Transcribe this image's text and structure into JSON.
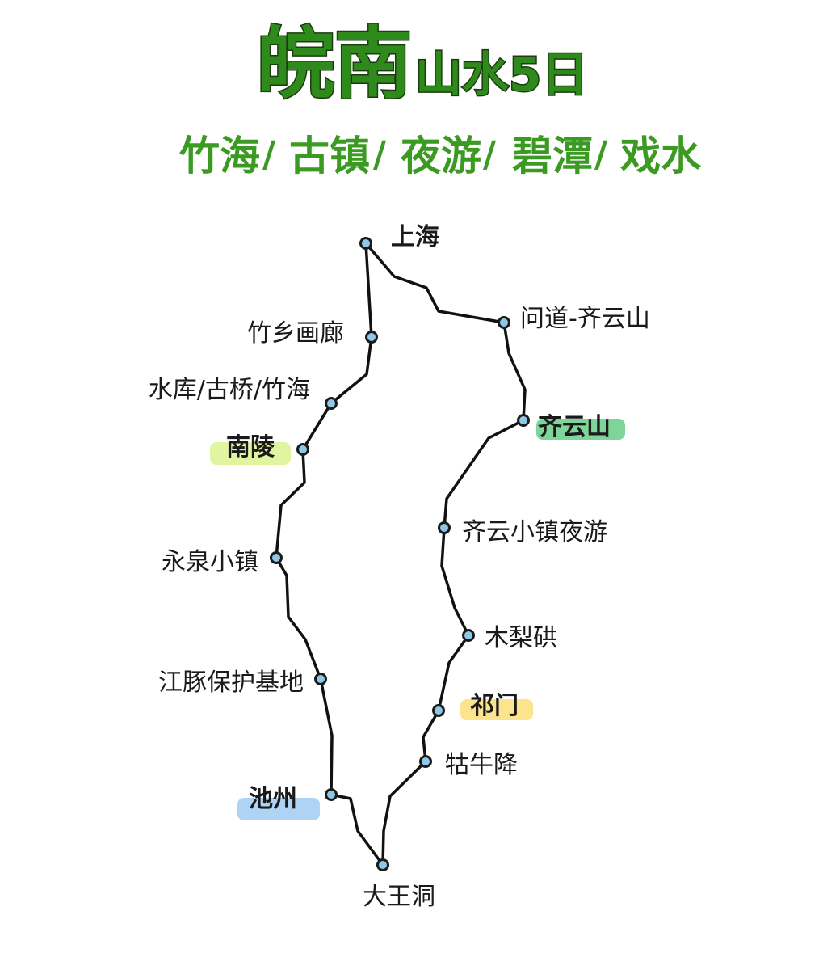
{
  "title": {
    "main": "皖南",
    "suffix": "山水5日",
    "subtitle_items": [
      "竹海",
      "古镇",
      "夜游",
      "碧潭",
      "戏水"
    ],
    "separator": "/",
    "color": "#2f8a1c",
    "outline_color": "#1d3b10"
  },
  "route": {
    "line_color": "#111111",
    "dot_color": "#8ec8e6",
    "stops": [
      {
        "id": "shanghai",
        "name": "上海",
        "major": true,
        "highlight": null
      },
      {
        "id": "wendao-qiyunshan",
        "name": "问道-齐云山",
        "major": false,
        "highlight": null
      },
      {
        "id": "qiyunshan",
        "name": "齐云山",
        "major": true,
        "highlight": "#7fd49a"
      },
      {
        "id": "qiyun-town-night",
        "name": "齐云小镇夜游",
        "major": false,
        "highlight": null
      },
      {
        "id": "mulihong",
        "name": "木梨硔",
        "major": false,
        "highlight": null
      },
      {
        "id": "qimen",
        "name": "祁门",
        "major": true,
        "highlight": "#fbe48d"
      },
      {
        "id": "guniujiang",
        "name": "牯牛降",
        "major": false,
        "highlight": null
      },
      {
        "id": "dawangdong",
        "name": "大王洞",
        "major": false,
        "highlight": null
      },
      {
        "id": "chizhou",
        "name": "池州",
        "major": true,
        "highlight": "#aed3f4"
      },
      {
        "id": "jiangtun-reserve",
        "name": "江豚保护基地",
        "major": false,
        "highlight": null
      },
      {
        "id": "yongquan-town",
        "name": "永泉小镇",
        "major": false,
        "highlight": null
      },
      {
        "id": "nanling",
        "name": "南陵",
        "major": true,
        "highlight": "#e1f5a0"
      },
      {
        "id": "reservoir-bridge-bamboo",
        "name": "水库/古桥/竹海",
        "major": false,
        "highlight": null
      },
      {
        "id": "bamboo-gallery",
        "name": "竹乡画廊",
        "major": false,
        "highlight": null
      }
    ]
  }
}
